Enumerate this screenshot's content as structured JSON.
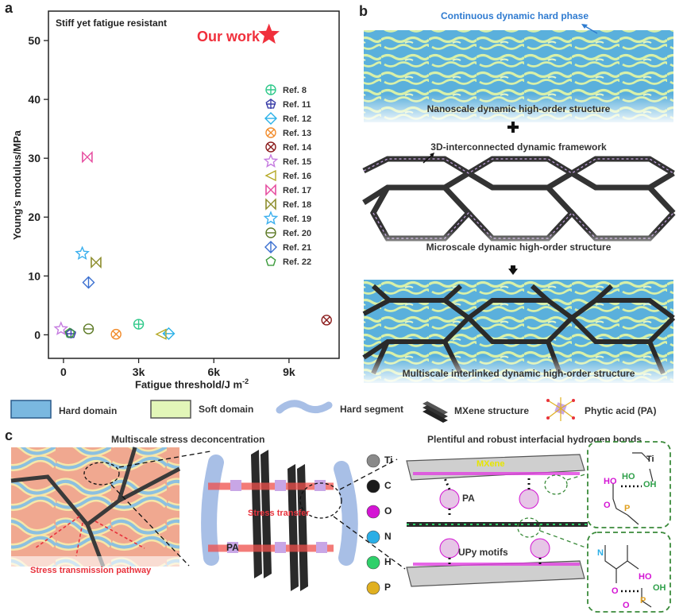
{
  "panels": {
    "a": "a",
    "b": "b",
    "c": "c"
  },
  "panel_a": {
    "annotation": "Stiff yet fatigue resistant",
    "our_work_label": "Our work"
  },
  "chart_data": {
    "type": "scatter",
    "xlabel": "Fatigue threshold/J m",
    "xlabel_superscript": "-2",
    "ylabel": "Young's modulus/MPa",
    "xlim": [
      -600,
      11000
    ],
    "ylim": [
      -4,
      55
    ],
    "xticks": [
      {
        "v": 0,
        "label": "0"
      },
      {
        "v": 3000,
        "label": "3k"
      },
      {
        "v": 6000,
        "label": "6k"
      },
      {
        "v": 9000,
        "label": "9k"
      }
    ],
    "yticks": [
      0,
      10,
      20,
      30,
      40,
      50
    ],
    "our_work": {
      "x": 8200,
      "y": 51
    },
    "series": [
      {
        "name": "Ref. 8",
        "marker": "circle-plus",
        "color": "#2fc98a",
        "points": [
          [
            3000,
            1.8
          ]
        ]
      },
      {
        "name": "Ref. 11",
        "marker": "pentagon-plus",
        "color": "#3a3fa8",
        "points": [
          [
            300,
            0.2
          ]
        ]
      },
      {
        "name": "Ref. 12",
        "marker": "diamond-h",
        "color": "#2ab1e8",
        "points": [
          [
            4200,
            0.2
          ]
        ]
      },
      {
        "name": "Ref. 13",
        "marker": "circle-x",
        "color": "#f28c2c",
        "points": [
          [
            2100,
            0.1
          ]
        ]
      },
      {
        "name": "Ref. 14",
        "marker": "circle-x",
        "color": "#8b1c1c",
        "points": [
          [
            10500,
            2.5
          ]
        ]
      },
      {
        "name": "Ref. 15",
        "marker": "star",
        "color": "#c57be0",
        "points": [
          [
            -100,
            1.0
          ]
        ]
      },
      {
        "name": "Ref. 16",
        "marker": "triangle-left",
        "color": "#b5a825",
        "points": [
          [
            3900,
            0.1
          ]
        ]
      },
      {
        "name": "Ref. 17",
        "marker": "bowtie",
        "color": "#e64fa0",
        "points": [
          [
            950,
            30.2
          ]
        ]
      },
      {
        "name": "Ref. 18",
        "marker": "bowtie",
        "color": "#8f8f30",
        "points": [
          [
            1300,
            12.3
          ]
        ]
      },
      {
        "name": "Ref. 19",
        "marker": "star",
        "color": "#3cb0ee",
        "points": [
          [
            750,
            13.8
          ]
        ]
      },
      {
        "name": "Ref. 20",
        "marker": "circle-h",
        "color": "#5d7a26",
        "points": [
          [
            1000,
            1.0
          ]
        ]
      },
      {
        "name": "Ref. 21",
        "marker": "diamond-v",
        "color": "#3a6fd0",
        "points": [
          [
            1000,
            8.9
          ]
        ]
      },
      {
        "name": "Ref. 22",
        "marker": "pentagon",
        "color": "#3a9a3a",
        "points": [
          [
            250,
            0.3
          ]
        ]
      }
    ]
  },
  "panel_b": {
    "top_callout": "Continuous dynamic hard phase",
    "nano_caption": "Nanoscale dynamic high-order structure",
    "framework_caption": "3D-interconnected dynamic framework",
    "micro_caption": "Microscale dynamic high-order structure",
    "multi_caption": "Multiscale interlinked dynamic high-order structure"
  },
  "legend": [
    {
      "key": "hard-domain",
      "label": "Hard domain"
    },
    {
      "key": "soft-domain",
      "label": "Soft  domain"
    },
    {
      "key": "hard-segment",
      "label": "Hard  segment"
    },
    {
      "key": "mxene",
      "label": "MXene structure"
    },
    {
      "key": "phytic-acid",
      "label": "Phytic acid (PA)"
    }
  ],
  "panel_c": {
    "left_title": "Multiscale stress deconcentration",
    "right_title": "Plentiful and robust interfacial hydrogen bonds",
    "stress_transmission": "Stress transmission pathway",
    "stress_transfer": "Stress transfer",
    "pa_label": "PA",
    "mxene_label": "MXene",
    "pa_label_right": "PA",
    "upy_label": "UPy motifs",
    "atoms": [
      {
        "symbol": "Ti",
        "color": "#8a8a8a"
      },
      {
        "symbol": "C",
        "color": "#1a1a1a"
      },
      {
        "symbol": "O",
        "color": "#d414d4"
      },
      {
        "symbol": "N",
        "color": "#2aaee6"
      },
      {
        "symbol": "H",
        "color": "#2fd06a"
      },
      {
        "symbol": "P",
        "color": "#e0b020"
      }
    ],
    "box1": {
      "ti": "Ti",
      "ho1": "HO",
      "ho2": "HO",
      "oh": "OH",
      "o": "O",
      "p": "P"
    },
    "box2": {
      "n": "N",
      "o": "O",
      "ho": "HO",
      "oh": "OH",
      "o2": "O",
      "p": "P"
    }
  }
}
